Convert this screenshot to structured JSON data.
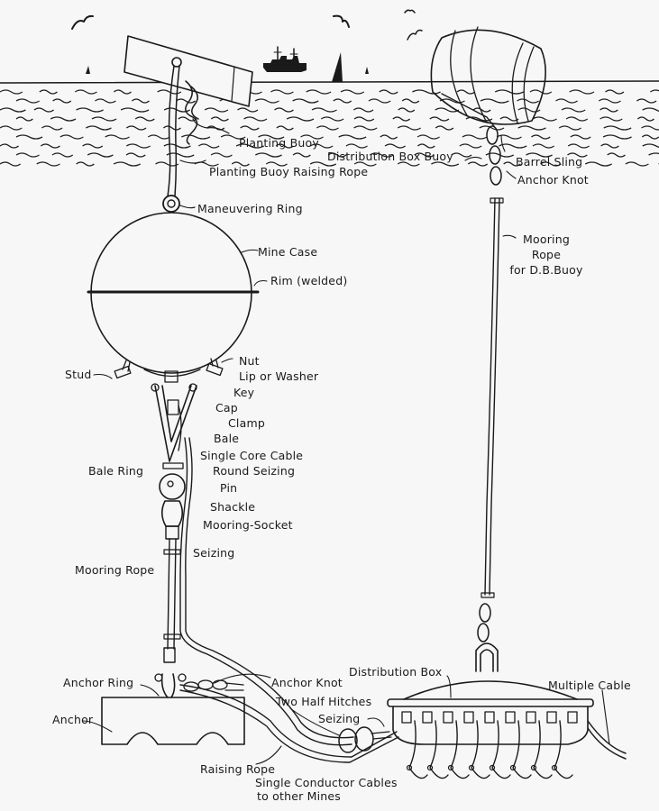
{
  "figure": {
    "title": "Mine mooring and distribution box assembly",
    "colors": {
      "ink": "#1a1a1a",
      "paper": "#f7f7f7"
    }
  },
  "scene": {
    "elements": [
      "sea-surface",
      "battleship",
      "sailboats",
      "seagulls",
      "planting-buoy",
      "distribution-box-buoy-barrel",
      "mine-case",
      "anchor",
      "distribution-box"
    ]
  },
  "labels": {
    "planting_buoy": "Planting Buoy",
    "planting_buoy_raising_rope": "Planting Buoy Raising Rope",
    "maneuvering_ring": "Maneuvering Ring",
    "mine_case": "Mine Case",
    "rim": "Rim (welded)",
    "nut": "Nut",
    "lip_or_washer": "Lip or Washer",
    "key": "Key",
    "stud": "Stud",
    "cap": "Cap",
    "clamp": "Clamp",
    "bale": "Bale",
    "single_core_cable": "Single Core Cable",
    "round_seizing": "Round Seizing",
    "bale_ring": "Bale Ring",
    "pin": "Pin",
    "shackle": "Shackle",
    "mooring_socket": "Mooring-Socket",
    "seizing_upper": "Seizing",
    "mooring_rope": "Mooring Rope",
    "anchor_ring": "Anchor Ring",
    "anchor": "Anchor",
    "anchor_knot_lower": "Anchor Knot",
    "two_half_hitches": "Two Half Hitches",
    "seizing_lower": "Seizing",
    "raising_rope": "Raising Rope",
    "single_conductor_cables_line1": "Single Conductor Cables",
    "single_conductor_cables_line2": "to other Mines",
    "distribution_box": "Distribution Box",
    "multiple_cable": "Multiple Cable",
    "distribution_box_buoy": "Distribution Box Buoy",
    "barrel_sling": "Barrel Sling",
    "anchor_knot_upper": "Anchor Knot",
    "mooring_rope_db_line1": "Mooring",
    "mooring_rope_db_line2": "Rope",
    "mooring_rope_db_line3": "for D.B.Buoy"
  }
}
